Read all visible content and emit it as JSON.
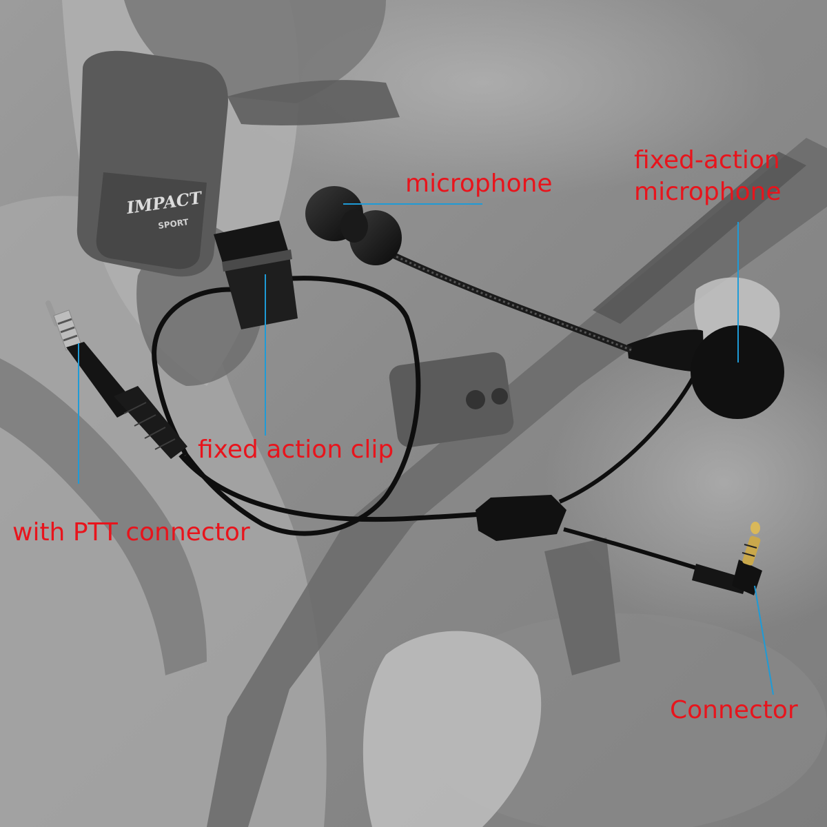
{
  "earmuff_brand": {
    "line1": "IMPACT",
    "line2": "SPORT"
  },
  "callouts": {
    "microphone": "microphone",
    "fixed_action_microphone": [
      "fixed-action",
      "microphone"
    ],
    "fixed_action_clip": "fixed action clip",
    "ptt_connector": "with PTT connector",
    "connector": "Connector"
  },
  "colors": {
    "label_text": "#e8141c",
    "leader_line": "#1e9bd7",
    "cable": "#0e0e0e"
  }
}
